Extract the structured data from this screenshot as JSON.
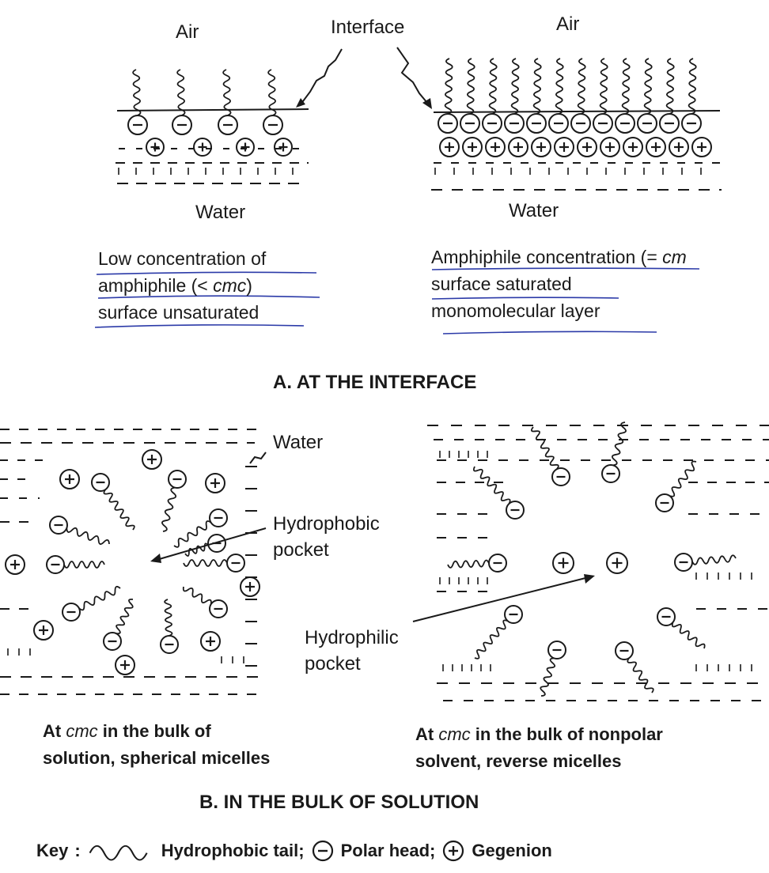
{
  "section_a": {
    "label_air_left": "Air",
    "label_interface": "Interface",
    "label_air_right": "Air",
    "label_water_left": "Water",
    "label_water_right": "Water",
    "caption_left": [
      "Low concentration of",
      "amphiphile (< ",
      "cmc",
      ")",
      "surface unsaturated"
    ],
    "caption_right": [
      "Amphiphile concentration (= ",
      "cm",
      "surface saturated",
      "monomolecular layer"
    ],
    "heading": "A. AT THE INTERFACE"
  },
  "section_b": {
    "label_water": "Water",
    "label_hydrophobic": [
      "Hydrophobic",
      "pocket"
    ],
    "label_hydrophilic": [
      "Hydrophilic",
      "pocket"
    ],
    "caption_left": [
      "At ",
      "cmc",
      " in the bulk of",
      "solution, spherical micelles"
    ],
    "caption_right": [
      "At ",
      "cmc",
      " in the bulk of nonpolar",
      "solvent, reverse micelles"
    ],
    "heading": "B. IN THE BULK OF SOLUTION"
  },
  "key": {
    "label": "Key",
    "colon": ":",
    "tail": "Hydrophobic tail;",
    "head": "Polar head;",
    "gegenion": "Gegenion"
  },
  "colors": {
    "ink": "#1a1a1a",
    "underline": "#2b3aa8"
  },
  "icons": [
    "hydrophobic-tail-icon",
    "polar-head-icon",
    "gegenion-icon"
  ]
}
